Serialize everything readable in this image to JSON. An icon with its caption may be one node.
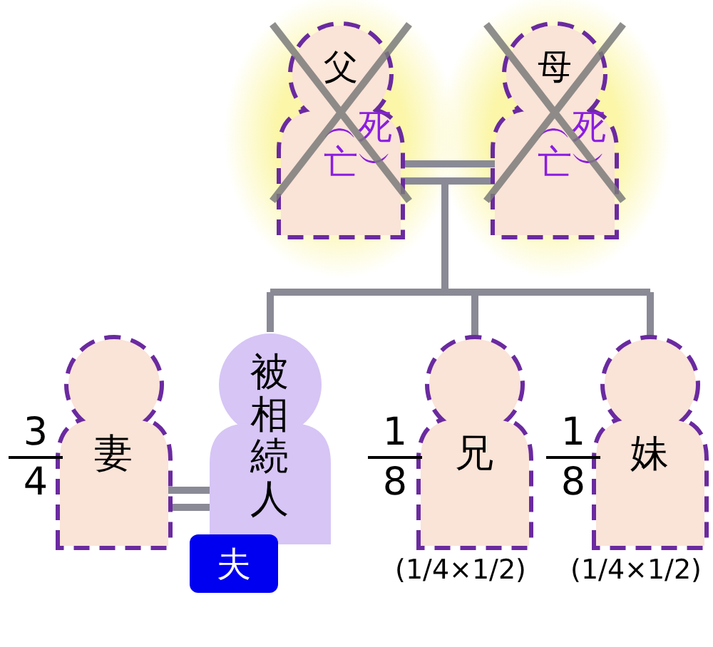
{
  "diagram": {
    "nodes": [
      {
        "text": [
          "父",
          "︵死亡︶"
        ]
      },
      {
        "text": [
          "母",
          "︵死亡︶"
        ]
      },
      {
        "text": [
          "妻"
        ],
        "beside": [
          "3",
          "4"
        ]
      },
      {
        "text": [
          "被相続人"
        ]
      },
      {
        "text": [
          "夫"
        ]
      },
      {
        "text": [
          "兄"
        ],
        "beside": [
          "1",
          "8",
          "(1/4×1/2)"
        ]
      },
      {
        "text": [
          "妹"
        ],
        "beside": [
          "1",
          "8",
          "(1/4×1/2)"
        ]
      }
    ],
    "edges": [
      {
        "from": 0,
        "to": 1,
        "arrow": "none"
      },
      {
        "from": 0,
        "to": 3,
        "arrow": "none"
      },
      {
        "from": 0,
        "to": 5,
        "arrow": "none"
      },
      {
        "from": 0,
        "to": 6,
        "arrow": "none"
      },
      {
        "from": 1,
        "to": 3,
        "arrow": "none"
      },
      {
        "from": 1,
        "to": 5,
        "arrow": "none"
      },
      {
        "from": 1,
        "to": 6,
        "arrow": "none"
      },
      {
        "from": 2,
        "to": 3,
        "arrow": "none"
      }
    ]
  }
}
